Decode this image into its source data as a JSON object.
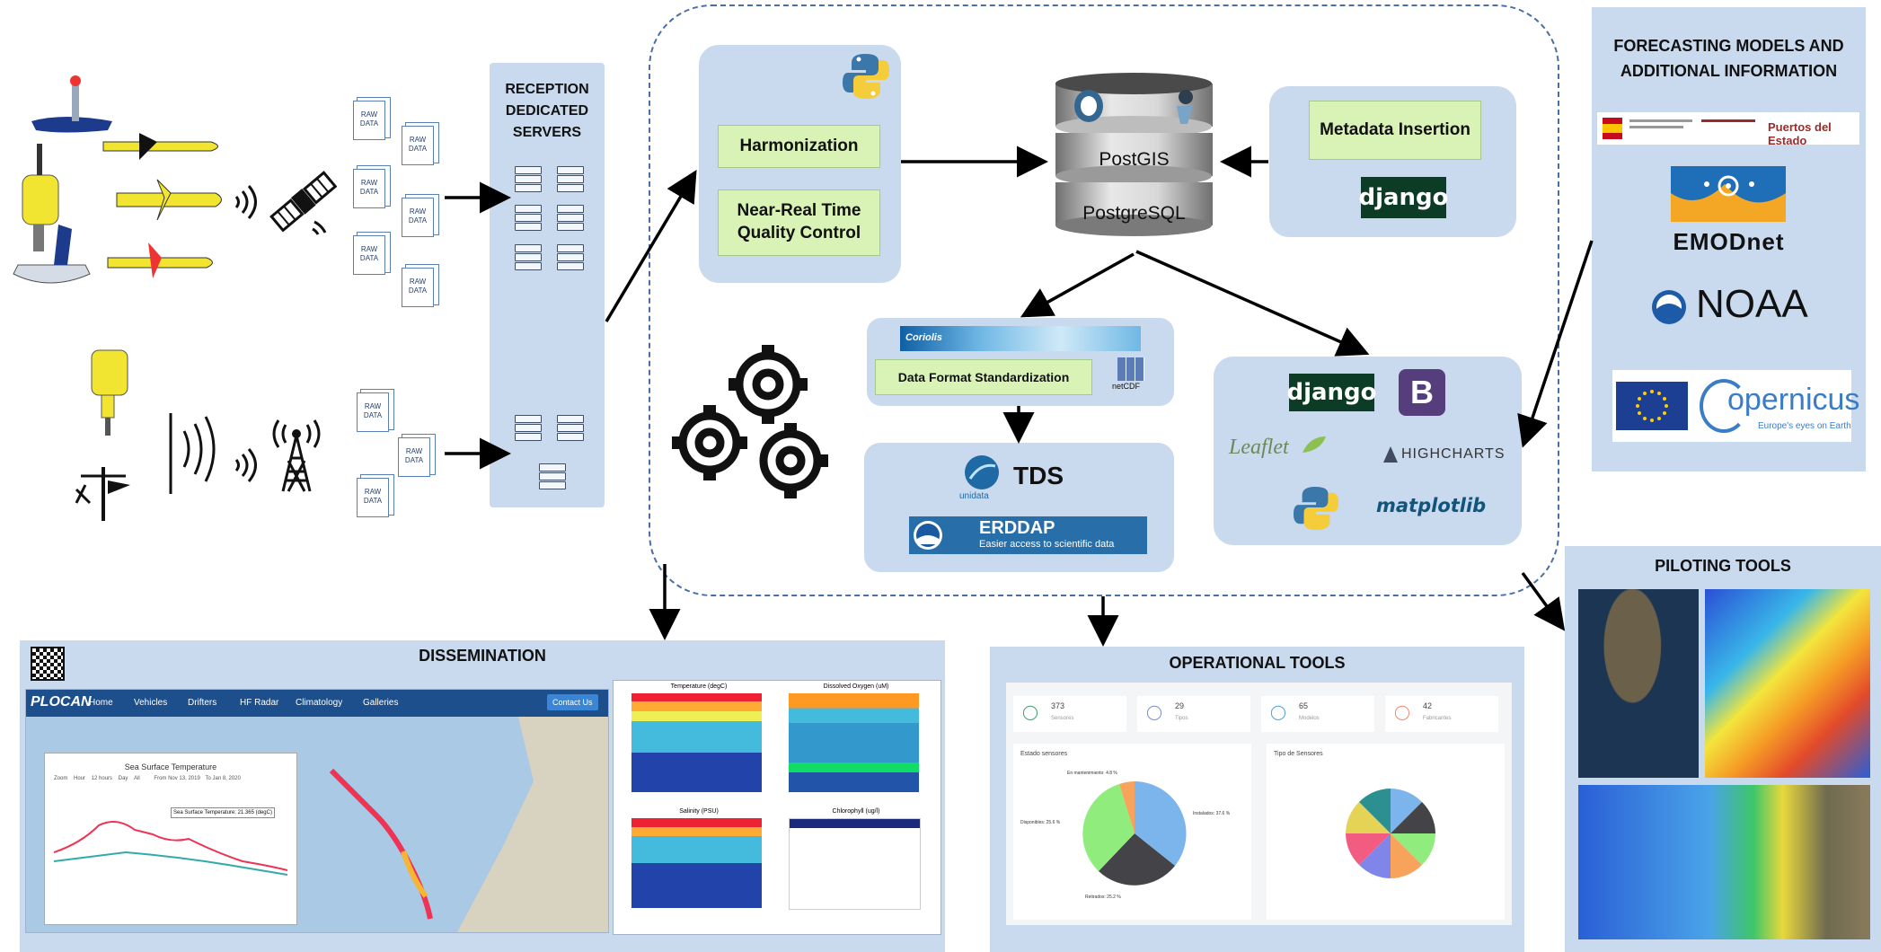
{
  "reception": {
    "title_lines": [
      "RECEPTION",
      "DEDICATED",
      "SERVERS"
    ]
  },
  "raw_label": "RAW DATA",
  "processing": {
    "harmonization": "Harmonization",
    "nrt_qc": "Near-Real Time Quality Control"
  },
  "database": {
    "postgis": "PostGIS",
    "postgresql": "PostgreSQL"
  },
  "metadata": {
    "label": "Metadata Insertion",
    "django": "django"
  },
  "standardization": {
    "label": "Data Format Standardization",
    "coriolis": "Coriolis",
    "netcdf": "netCDF"
  },
  "services": {
    "tds": "TDS",
    "unidata": "unidata",
    "erddap": "ERDDAP",
    "erddap_sub": "Easier access to scientific data"
  },
  "web_stack": {
    "django": "django",
    "bootstrap": "B",
    "leaflet": "Leaflet",
    "highcharts": "HIGHCHARTS",
    "matplotlib": "matplotlib"
  },
  "forecasting": {
    "title_lines": [
      "FORECASTING MODELS AND",
      "ADDITIONAL INFORMATION"
    ],
    "puertos": "Puertos del Estado",
    "emodnet": "EMODnet",
    "noaa": "NOAA",
    "copernicus": "opernicus",
    "copernicus_sub": "Europe's eyes on Earth"
  },
  "dissemination": {
    "title": "DISSEMINATION",
    "brand": "PLOCAN",
    "nav": [
      "Home",
      "Vehicles",
      "Drifters",
      "HF Radar",
      "Climatology",
      "Galleries"
    ],
    "contact": "Contact Us",
    "chart_title": "Sea Surface Temperature",
    "zoom_label": "Zoom",
    "zoom_opts": [
      "Hour",
      "12 hours",
      "Day",
      "All"
    ],
    "from_label": "From",
    "from_val": "Nov 13, 2019",
    "to_label": "To",
    "to_val": "Jan 8, 2020",
    "tooltip": "Sea Surface Temperature: 21.365 (degC)",
    "sub_titles": [
      "Temperature (degC)",
      "Dissolved Oxygen (uM)",
      "Salinity (PSU)",
      "Chlorophyll (ug/l)"
    ]
  },
  "operational": {
    "title": "OPERATIONAL TOOLS",
    "kpis": [
      {
        "value": "373",
        "label": "Sensores"
      },
      {
        "value": "29",
        "label": "Tipos"
      },
      {
        "value": "65",
        "label": "Modelos"
      },
      {
        "value": "42",
        "label": "Fabricantes"
      }
    ],
    "pie1_title": "Estado sensores",
    "pie1_labels": [
      "En mantenimiento: 4.8 %",
      "Disponibles: 25.6 %",
      "Retirados: 25.2 %",
      "Instalados: 37.6 %"
    ],
    "pie2_title": "Tipo de Sensores"
  },
  "piloting": {
    "title": "PILOTING TOOLS"
  },
  "colors": {
    "panel": "#c9d9ee",
    "green_box": "#d9f2b6",
    "django": "#0c3c26",
    "bootstrap": "#563d7c",
    "plocan_nav": "#1d4f8c",
    "eu_blue": "#1c3f94"
  }
}
